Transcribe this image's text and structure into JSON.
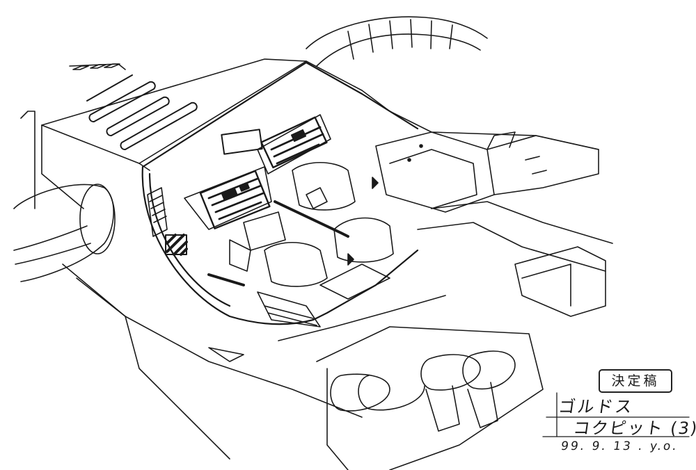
{
  "sheet": {
    "stamp": "決定稿",
    "title_line1": "ゴルドス",
    "title_line2": "コクピット (3)",
    "date_signature": "99. 9. 13 . y.o."
  },
  "palette": {
    "ink": "#1a1a1a",
    "paper": "#ffffff"
  }
}
